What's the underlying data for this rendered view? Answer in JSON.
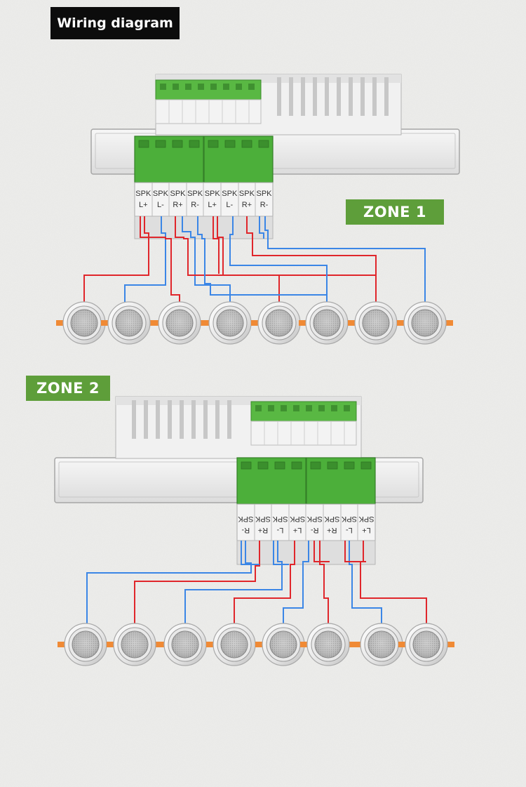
{
  "title": "Wiring diagram",
  "zones": [
    {
      "name": "ZONE 1",
      "terminal_labels": [
        [
          "SPK",
          "L+"
        ],
        [
          "SPK",
          "L-"
        ],
        [
          "SPK",
          "R+"
        ],
        [
          "SPK",
          "R-"
        ],
        [
          "SPK",
          "L+"
        ],
        [
          "SPK",
          "L-"
        ],
        [
          "SPK",
          "R+"
        ],
        [
          "SPK",
          "R-"
        ]
      ],
      "speaker_count": 8
    },
    {
      "name": "ZONE 2",
      "terminal_labels": [
        [
          "SPK",
          "R-"
        ],
        [
          "SPK",
          "R+"
        ],
        [
          "SPK",
          "L-"
        ],
        [
          "SPK",
          "L+"
        ],
        [
          "SPK",
          "R-"
        ],
        [
          "SPK",
          "R+"
        ],
        [
          "SPK",
          "L-"
        ],
        [
          "SPK",
          "L+"
        ]
      ],
      "speaker_count": 8
    }
  ],
  "colors": {
    "positive_wire": "#e0262b",
    "negative_wire": "#3b86e6",
    "terminal_green": "#4caf3a",
    "zone_tag_green": "#5e9e3a",
    "cable_orange": "#f08a35"
  }
}
